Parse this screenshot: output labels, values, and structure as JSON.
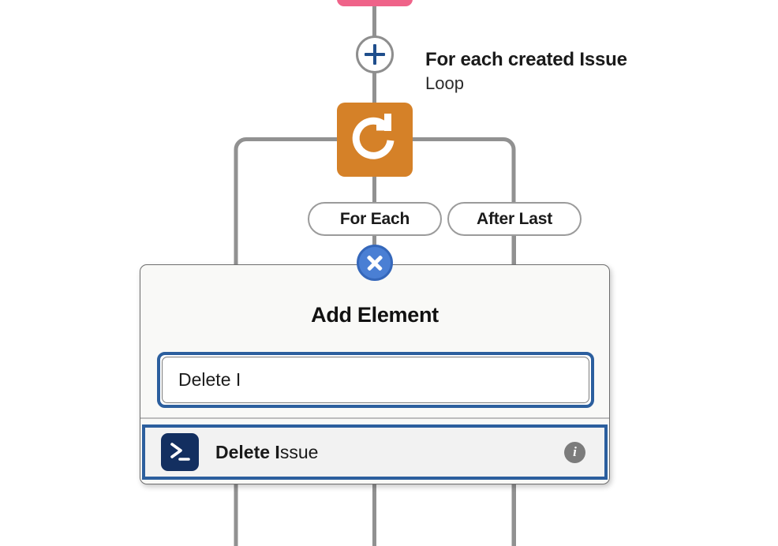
{
  "canvas": {
    "background": "#ffffff",
    "connector_color": "#919191"
  },
  "flow": {
    "trigger_node": {
      "name": "trigger-node",
      "color": "#ef6389"
    },
    "add_button": {
      "name": "add-step-button",
      "icon": "plus-icon",
      "color": "#1f4e8c"
    },
    "step": {
      "title": "For each created Issue",
      "subtitle": "Loop"
    },
    "loop_node": {
      "name": "loop-node",
      "icon": "loop-refresh-icon",
      "color": "#d58128"
    },
    "branches": [
      {
        "label": "For Each"
      },
      {
        "label": "After Last"
      }
    ]
  },
  "dialog": {
    "title": "Add Element",
    "close_label": "Close",
    "close_icon": "close-x-icon",
    "accent_color": "#2c5f9e",
    "search": {
      "value": "Delete I",
      "placeholder": "Search elements"
    },
    "results": [
      {
        "icon": "terminal-prompt-icon",
        "icon_color": "#132f60",
        "match_text": "Delete I",
        "rest_text": "ssue",
        "full_label": "Delete Issue",
        "info_icon": "info-icon",
        "info_tooltip": "More information"
      }
    ]
  }
}
